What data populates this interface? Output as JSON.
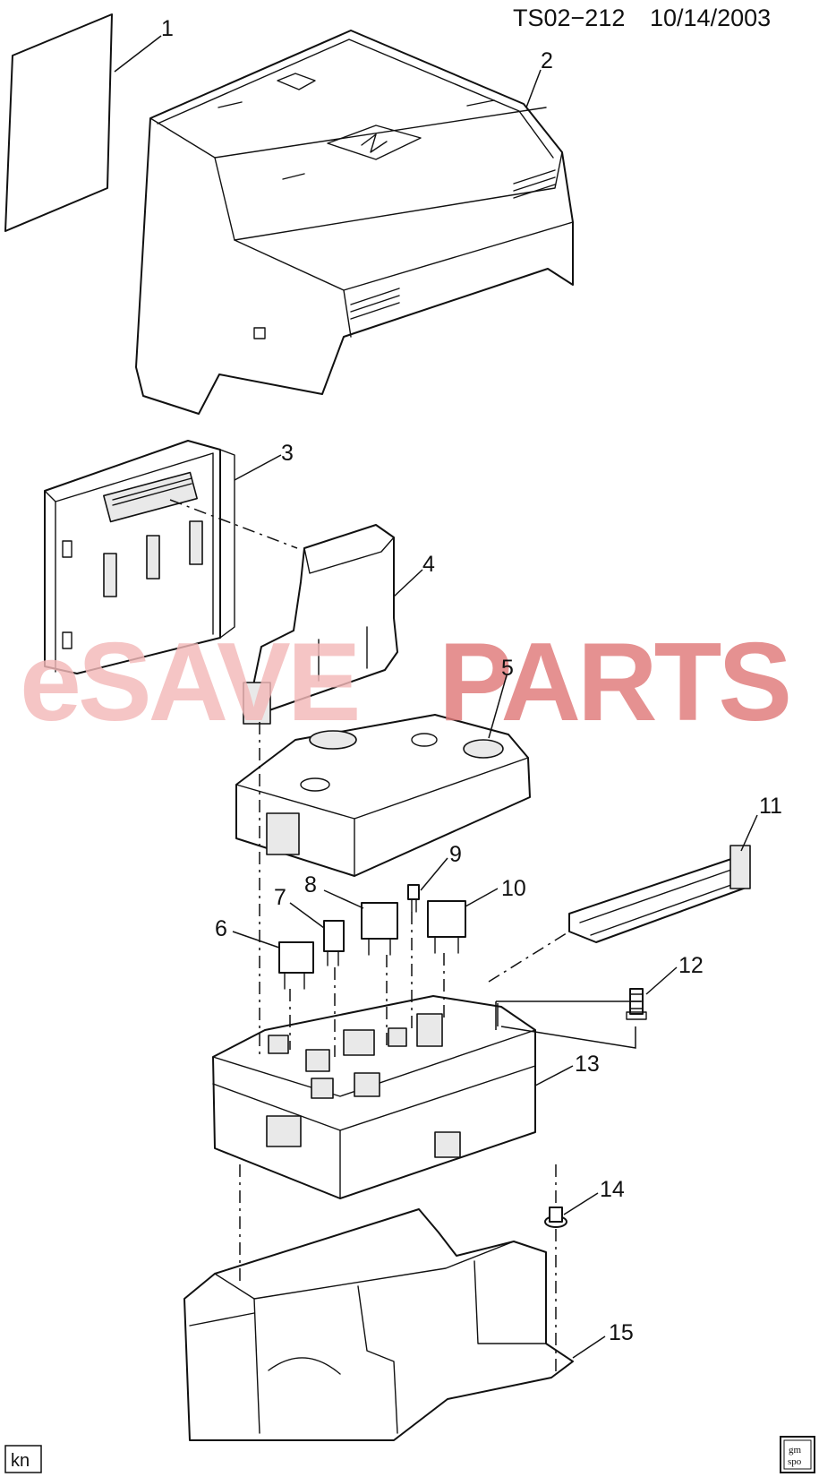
{
  "header": {
    "drawing_id": "TS02−212",
    "date": "10/14/2003"
  },
  "watermark": {
    "part1": "eSAVE",
    "part2": "PARTS",
    "color1": "#f3b9b9",
    "color2": "#e07a7a"
  },
  "callouts": [
    {
      "id": "1",
      "label": "1"
    },
    {
      "id": "2",
      "label": "2"
    },
    {
      "id": "3",
      "label": "3"
    },
    {
      "id": "4",
      "label": "4"
    },
    {
      "id": "5",
      "label": "5"
    },
    {
      "id": "6",
      "label": "6"
    },
    {
      "id": "7",
      "label": "7"
    },
    {
      "id": "8",
      "label": "8"
    },
    {
      "id": "9",
      "label": "9"
    },
    {
      "id": "10",
      "label": "10"
    },
    {
      "id": "11",
      "label": "11"
    },
    {
      "id": "12",
      "label": "12"
    },
    {
      "id": "13",
      "label": "13"
    },
    {
      "id": "14",
      "label": "14"
    },
    {
      "id": "15",
      "label": "15"
    }
  ],
  "footer": {
    "initials": "kn",
    "logo_line1": "gm",
    "logo_line2": "spo"
  }
}
